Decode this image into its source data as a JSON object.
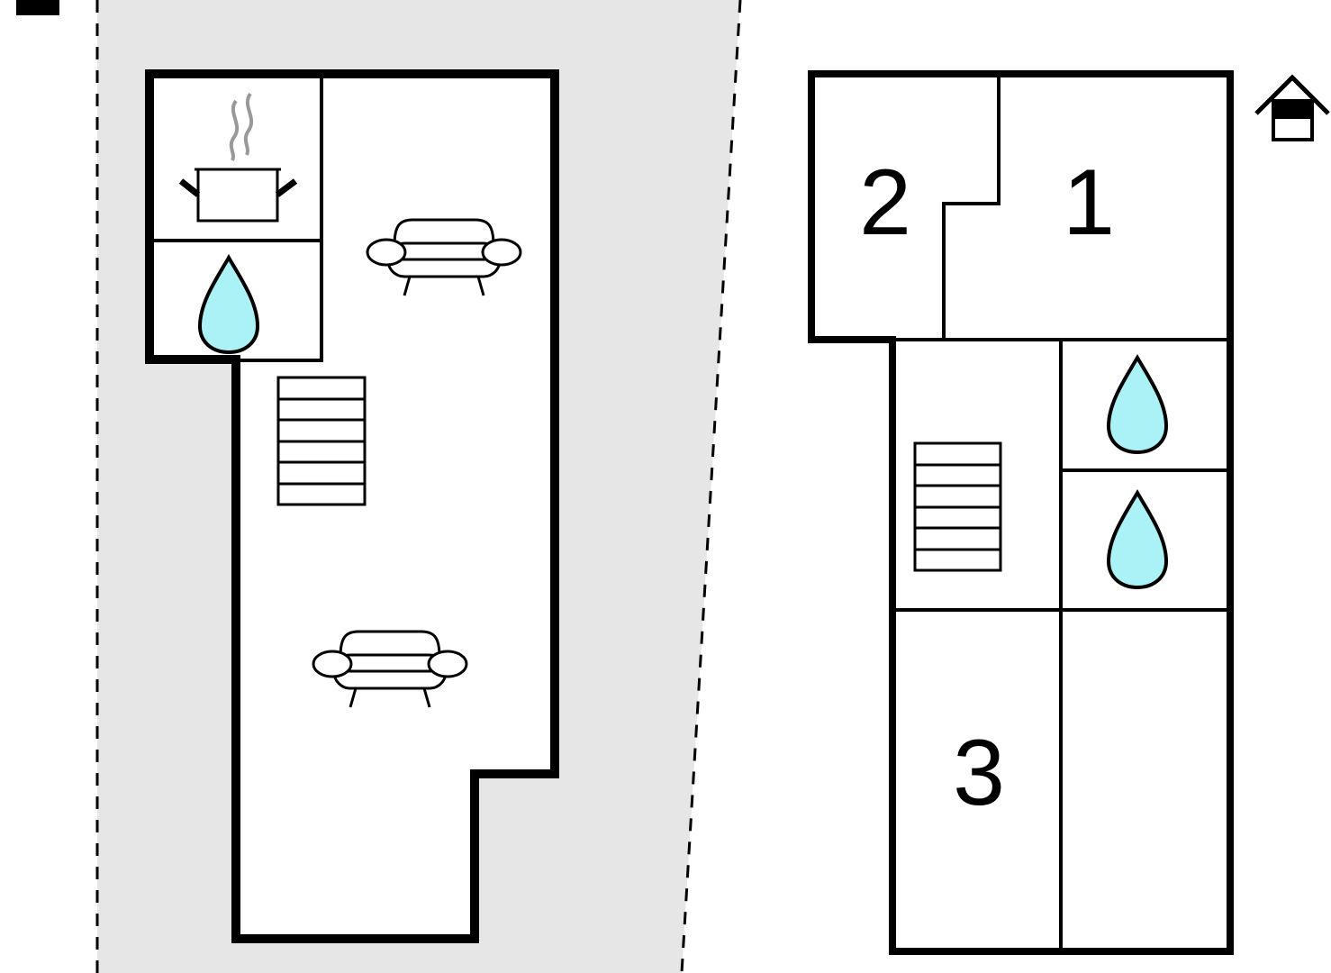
{
  "colors": {
    "background": "#ffffff",
    "terrace": "#e6e6e6",
    "wall": "#000000",
    "water_drop": "#aaf2f6",
    "steam": "#999999"
  },
  "floor_plans": [
    {
      "id": "ground-floor",
      "icons": [
        "kitchen-pot-icon",
        "water-drop-icon",
        "sofa-icon",
        "stairs-icon",
        "sofa-icon"
      ]
    },
    {
      "id": "upper-floor",
      "rooms": [
        {
          "label": "1"
        },
        {
          "label": "2"
        },
        {
          "label": "3"
        }
      ],
      "icons": [
        "entrance-house-icon",
        "stairs-icon",
        "water-drop-icon",
        "water-drop-icon"
      ]
    }
  ]
}
